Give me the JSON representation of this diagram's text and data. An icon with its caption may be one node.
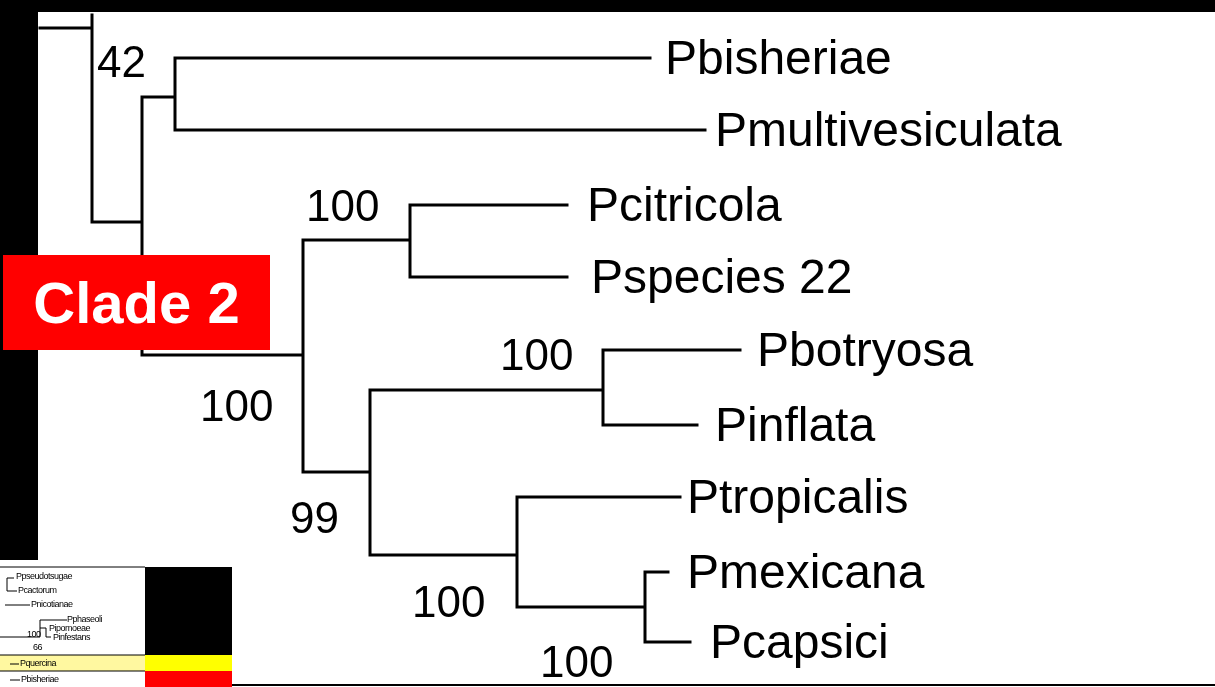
{
  "diagram": {
    "nodes": [
      {
        "text": [
          "Clade 2"
        ]
      }
    ],
    "labels": [
      "42",
      "Pbisheriae",
      "Pmultivesiculata",
      "100",
      "Pcitricola",
      "Pspecies 22",
      "100",
      "Pbotryosa",
      "100",
      "Pinflata",
      "Ptropicalis",
      "99",
      "Pmexicana",
      "100",
      "100",
      "Pcapsici",
      "Ppseudotsugae",
      "Pcactorum",
      "Pnicotianae",
      "Pphaseoli",
      "Pipomoeae",
      "100",
      "Pinfestans",
      "66",
      "Pquercina",
      "Pbisheriae"
    ]
  }
}
